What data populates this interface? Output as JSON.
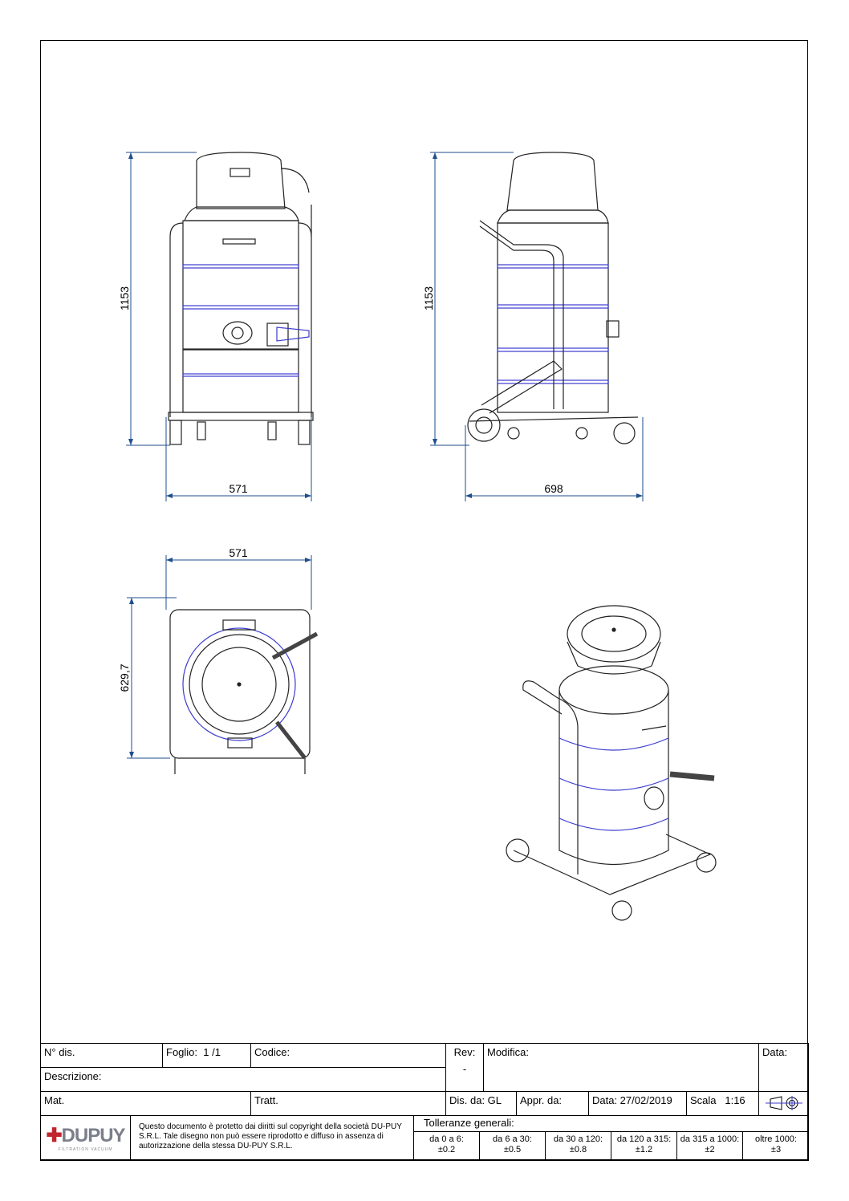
{
  "dimensions": {
    "front_height": "1153",
    "front_width": "571",
    "side_height": "1153",
    "side_width": "698",
    "top_width": "571",
    "top_depth": "629,7"
  },
  "title_block": {
    "n_dis": "N° dis.",
    "foglio_label": "Foglio:",
    "foglio_value": "1 /1",
    "codice": "Codice:",
    "rev": "Rev:",
    "rev_value": "-",
    "modifica": "Modifica:",
    "data_label": "Data:",
    "descrizione": "Descrizione:",
    "mat": "Mat.",
    "tratt": "Tratt.",
    "dis_da": "Dis. da: GL",
    "appr_da": "Appr. da:",
    "data": "Data: 27/02/2019",
    "scala": "Scala   1:16",
    "logo": "DUPUY",
    "logo_tagline": "FILTRATION VACUUM",
    "copyright": "Questo documento è protetto dai diritti sul copyright della società DU-PUY S.R.L. Tale disegno non può essere riprodotto e diffuso in assenza di autorizzazione della stessa DU-PUY S.R.L.",
    "tolleranze": "Tolleranze generali:",
    "tolerances": [
      {
        "range": "da 0 a 6:",
        "value": "±0.2"
      },
      {
        "range": "da 6 a 30:",
        "value": "±0.5"
      },
      {
        "range": "da 30 a 120:",
        "value": "±0.8"
      },
      {
        "range": "da 120 a 315:",
        "value": "±1.2"
      },
      {
        "range": "da 315 a 1000:",
        "value": "±2"
      },
      {
        "range": "oltre 1000:",
        "value": "±3"
      }
    ]
  },
  "colors": {
    "dimension": "#1f4e8c",
    "outline": "#222222",
    "accent": "#3b3bd0"
  }
}
